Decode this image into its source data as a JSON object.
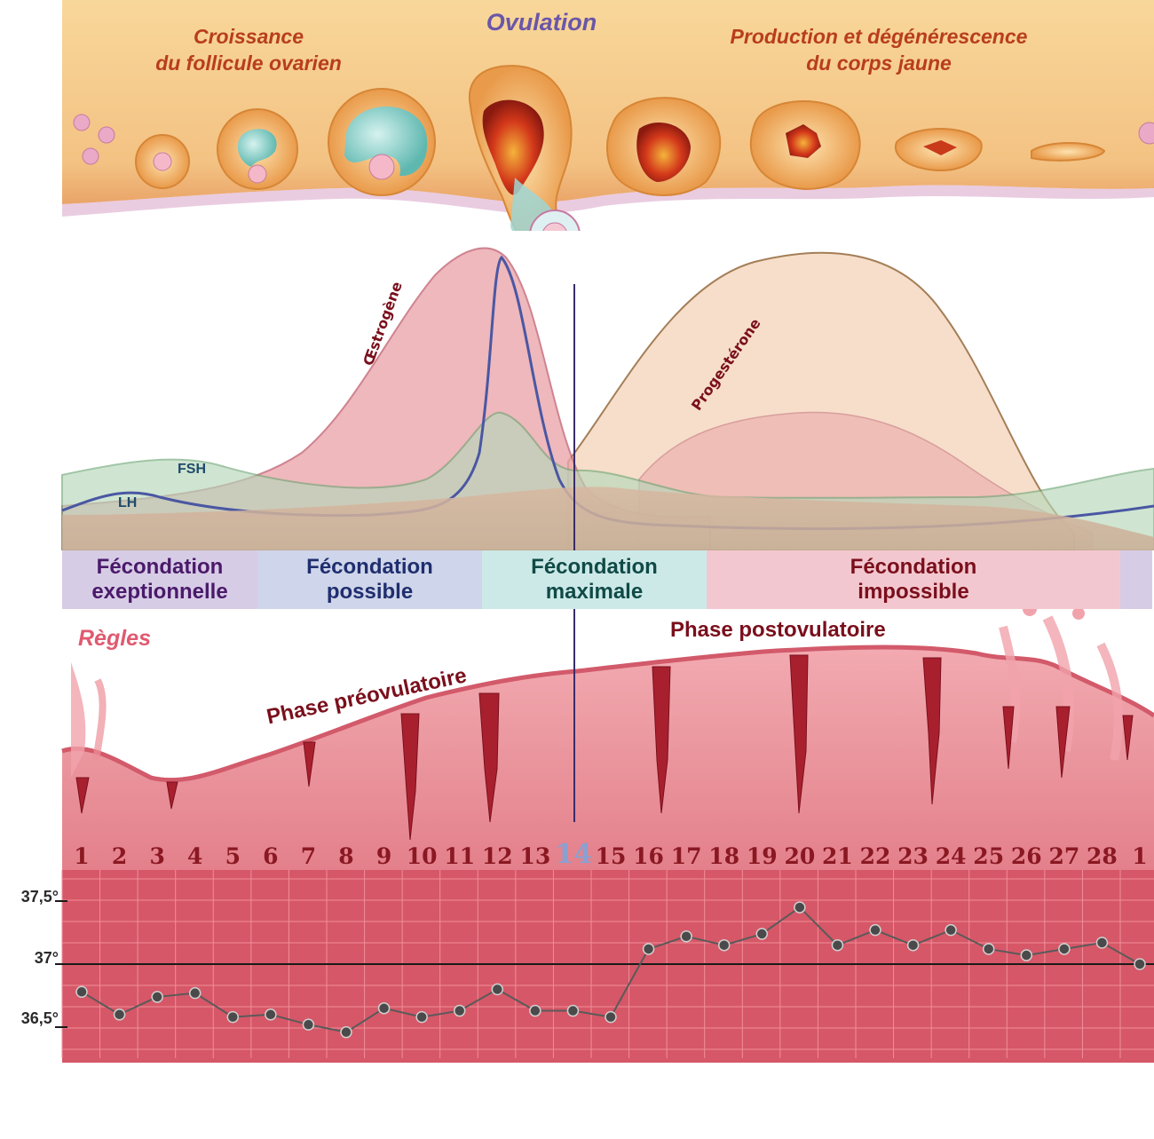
{
  "ovary": {
    "title_left_line1": "Croissance",
    "title_left_line2": "du follicule ovarien",
    "title_center": "Ovulation",
    "title_right_line1": "Production et dégénérescence",
    "title_right_line2": "du corps jaune"
  },
  "hormones": {
    "estrogen_label": "Œstrogène",
    "progesterone_label": "Progestérone",
    "fsh_label": "FSH",
    "lh_label": "LH"
  },
  "fertility_bands": [
    {
      "line1": "Fécondation",
      "line2": "exeptionnelle",
      "color": "#d7cce6",
      "text_color": "#4a1a6a"
    },
    {
      "line1": "Fécondation",
      "line2": "possible",
      "color": "#cfd5ea",
      "text_color": "#1f2e6e"
    },
    {
      "line1": "Fécondation",
      "line2": "maximale",
      "color": "#cce9e8",
      "text_color": "#104a46"
    },
    {
      "line1": "Fécondation",
      "line2": "impossible",
      "color": "#f3c7cf",
      "text_color": "#7a0f1c"
    }
  ],
  "endometrium": {
    "regles_label": "Règles",
    "pre_label": "Phase préovulatoire",
    "post_label": "Phase postovulatoire"
  },
  "days": [
    "1",
    "2",
    "3",
    "4",
    "5",
    "6",
    "7",
    "8",
    "9",
    "10",
    "11",
    "12",
    "13",
    "14",
    "15",
    "16",
    "17",
    "18",
    "19",
    "20",
    "21",
    "22",
    "23",
    "24",
    "25",
    "26",
    "27",
    "28",
    "1"
  ],
  "temperature": {
    "axis_labels": [
      "37,5°",
      "37°",
      "36,5°"
    ],
    "axis_values": [
      37.5,
      37.0,
      36.5
    ],
    "values": [
      36.78,
      36.6,
      36.74,
      36.77,
      36.58,
      36.6,
      36.52,
      36.46,
      36.65,
      36.58,
      36.63,
      36.8,
      36.63,
      36.63,
      36.58,
      37.12,
      37.22,
      37.15,
      37.24,
      37.45,
      37.15,
      37.27,
      37.15,
      37.27,
      37.12,
      37.07,
      37.12,
      37.17,
      37.0
    ]
  },
  "colors": {
    "ovary_band": "#f4cb88",
    "estrogen": "#e79ea1",
    "progesterone": "#f2c8a8",
    "fsh": "#86b98c",
    "lh": "#4a57a3",
    "tissue": "#eb8b93",
    "chart_bg": "#d65767"
  }
}
